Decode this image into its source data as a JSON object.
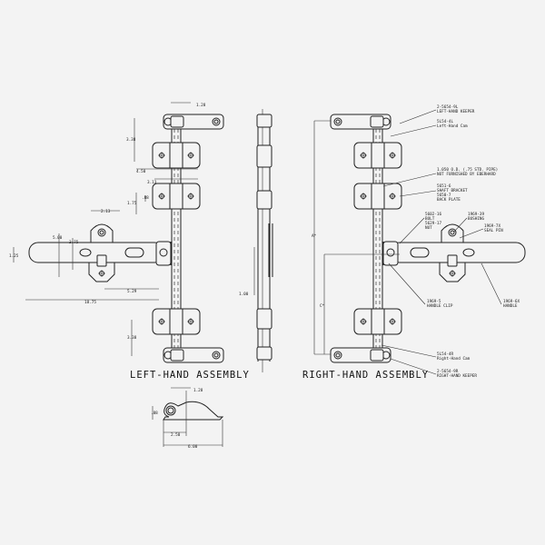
{
  "titles": {
    "left": "LEFT-HAND ASSEMBLY",
    "right": "RIGHT-HAND ASSEMBLY"
  },
  "left_dims": {
    "d128_top": "1.28",
    "d338_top": "3.38",
    "d450": "4.50",
    "d313": "3.13",
    "d88": ".88",
    "d175": "1.75",
    "d213": "2.13",
    "d500": "5.00",
    "d375": "3.75",
    "d125": "1.25",
    "d529": "5.29",
    "d1875": "18.75",
    "d338_bot": "3.38"
  },
  "side_dims": {
    "d100": "1.00"
  },
  "right_dims": {
    "a": "A*",
    "c": "C*"
  },
  "keeper_dims": {
    "d128": "1.28",
    "d88": ".88",
    "d250": "2.50",
    "d600": "6.00"
  },
  "callouts": [
    [
      "2-5654-9L",
      "LEFT-HAND KEEPER"
    ],
    [
      "5L54-4L",
      "Left-Hand Cam"
    ],
    [
      "1.050 O.D. (.75 STD. PIPE)",
      "NOT FURNISHED BY EBERHARD"
    ],
    [
      "5651-6",
      "SHAFT BRACKET",
      "5650-7",
      "BACK PLATE"
    ],
    [
      "5602-16",
      "BOLT",
      "5629-17",
      "NUT"
    ],
    [
      "1969-39",
      "BUSHING"
    ],
    [
      "1969-7X",
      "SEAL PIN"
    ],
    [
      "1969-5",
      "HANDLE CLIP"
    ],
    [
      "1969-6X",
      "HANDLE"
    ],
    [
      "5L54-4R",
      "Right-Hand Cam"
    ],
    [
      "2-5654-9R",
      "RIGHT-HAND KEEPER"
    ]
  ]
}
